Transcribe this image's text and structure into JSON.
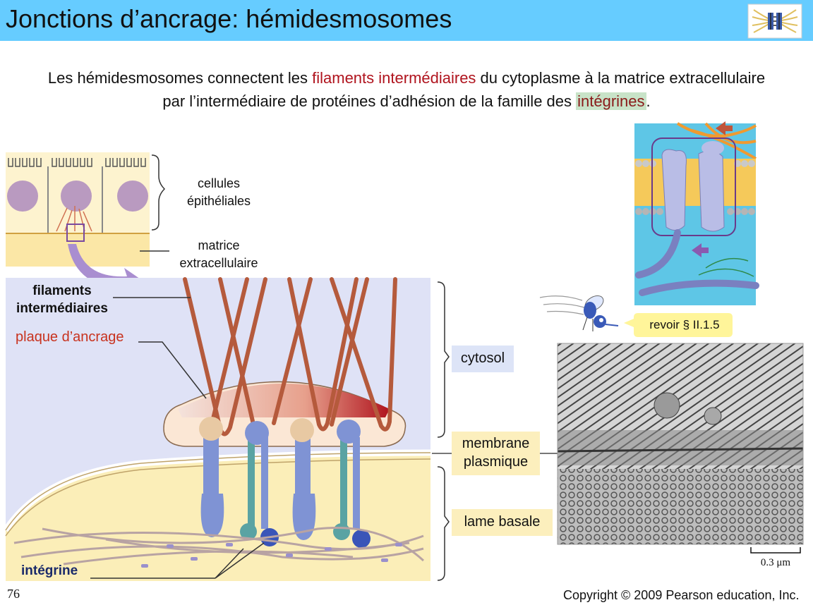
{
  "header": {
    "title": "Jonctions d’ancrage: hémidesmosomes"
  },
  "intro": {
    "part1": "Les hémidesmosomes connectent les ",
    "highlight1": "filaments intermédiaires",
    "part2": " du cytoplasme à la matrice extracellulaire",
    "part3": "par l’intermédiaire de protéines d’adhésion de la famille des ",
    "highlight2": "intégrines",
    "part4": "."
  },
  "labels": {
    "cellules": "cellules",
    "epitheliales": "épithéliales",
    "matrice": "matrice",
    "extracellulaire": "extracellulaire",
    "filaments": "filaments",
    "intermediaires": "intermédiaires",
    "plaque": "plaque d’ancrage",
    "integrine": "intégrine",
    "cytosol": "cytosol",
    "membrane": "membrane",
    "plasmique": "plasmique",
    "lame_basale": "lame basale",
    "revoir": "revoir § II.1.5",
    "scale": "0.3 μm"
  },
  "footer": {
    "page_number": "76",
    "copyright": "Copyright © 2009 Pearson education, Inc."
  },
  "colors": {
    "header_bg": "#66ccff",
    "highlight_red": "#b0141e",
    "label_red": "#c8321e",
    "highlight_green_bg": "#c8e3c8",
    "cytosol_box": "#dde4f7",
    "membrane_box": "#fcefbd",
    "filament_color": "#b55a3c",
    "integrin_color": "#8095d6"
  },
  "icons": [
    "hemidesmosome-logo-icon",
    "mosquito-mascot-icon"
  ]
}
